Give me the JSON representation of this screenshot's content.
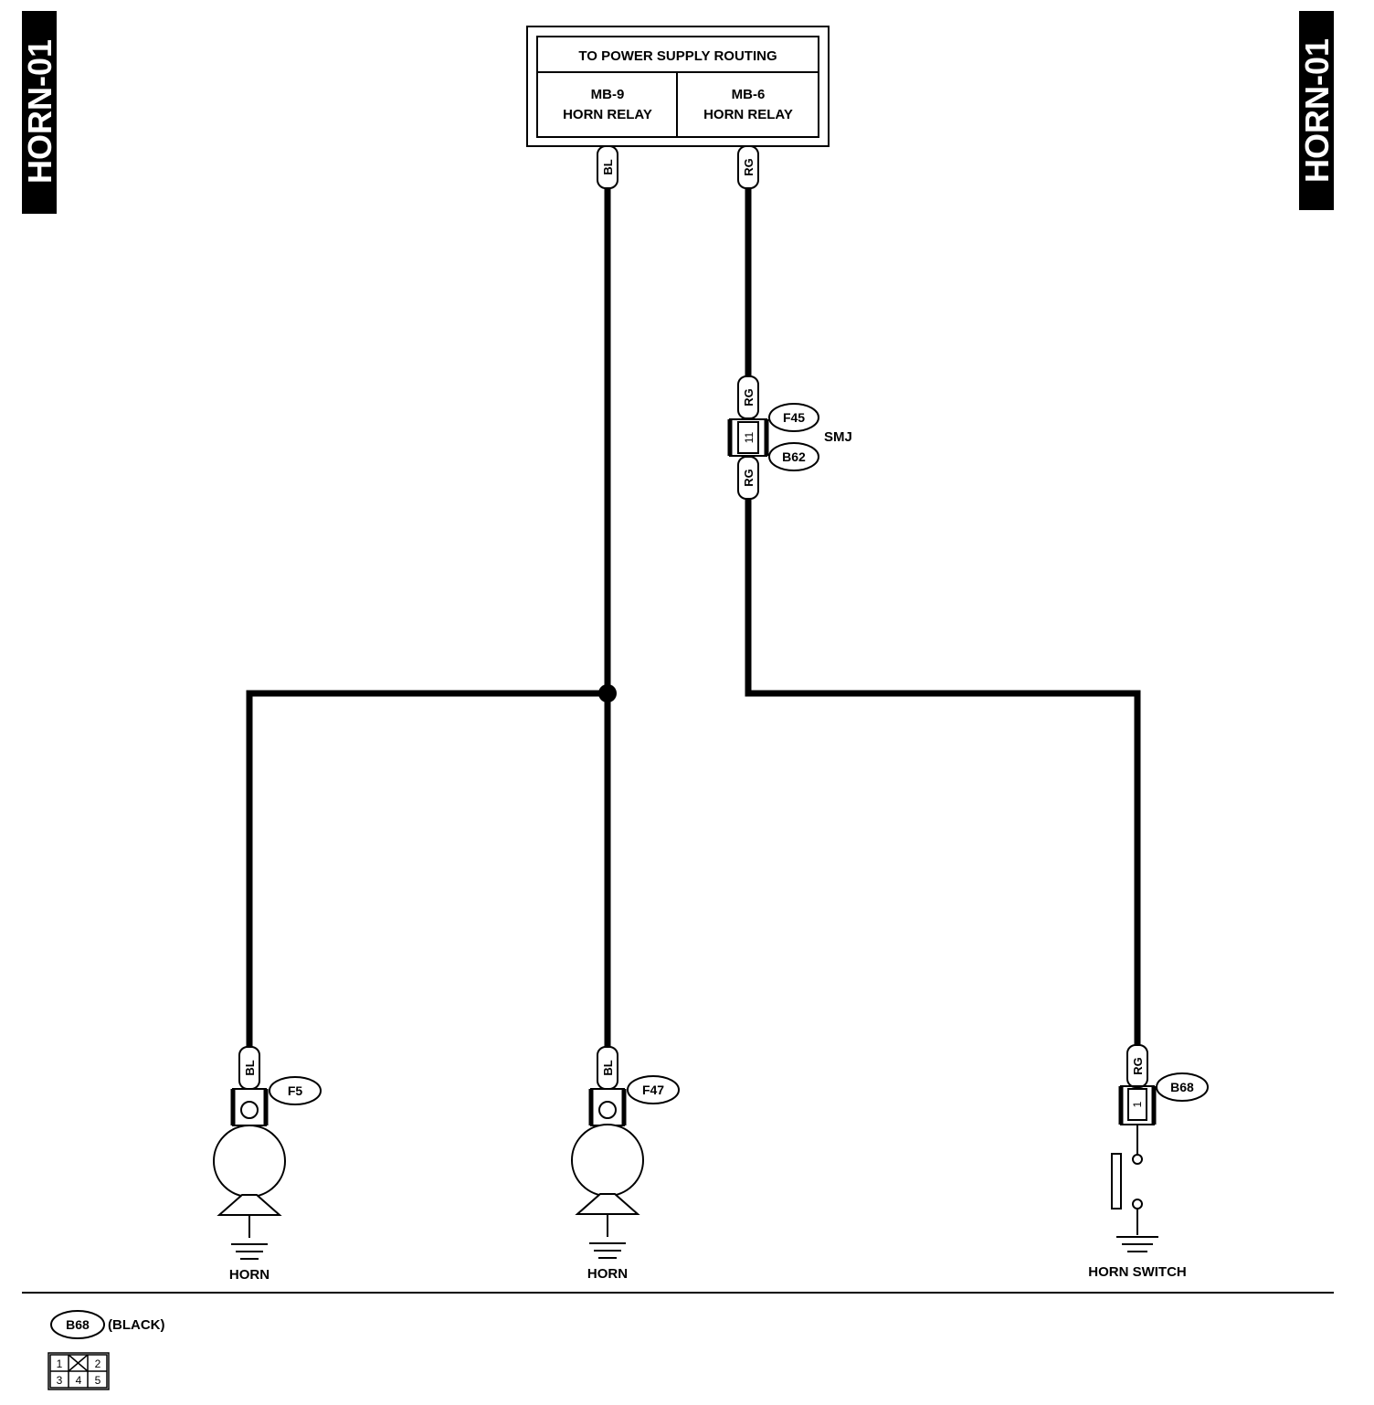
{
  "page_tab": {
    "left": "HORN-01",
    "right": "HORN-01"
  },
  "power_box": {
    "title": "TO POWER SUPPLY ROUTING",
    "left_cell": {
      "line1": "MB-9",
      "line2": "HORN RELAY"
    },
    "right_cell": {
      "line1": "MB-6",
      "line2": "HORN RELAY"
    }
  },
  "wires": {
    "bl_top": "BL",
    "rg_top": "RG",
    "rg_smj_upper": "RG",
    "rg_smj_lower": "RG",
    "bl_horn1": "BL",
    "bl_horn2": "BL",
    "rg_switch": "RG"
  },
  "smj": {
    "label": "SMJ",
    "pin": "11",
    "connector_upper": "F45",
    "connector_lower": "B62"
  },
  "components": {
    "horn1": {
      "label": "HORN",
      "connector": "F5"
    },
    "horn2": {
      "label": "HORN",
      "connector": "F47"
    },
    "horn_switch": {
      "label": "HORN SWITCH",
      "connector": "B68",
      "pin": "1"
    }
  },
  "legend": {
    "connector": "B68",
    "color": "(BLACK)",
    "pins_top": [
      "1",
      "2"
    ],
    "pins_bottom": [
      "3",
      "4",
      "5"
    ]
  }
}
